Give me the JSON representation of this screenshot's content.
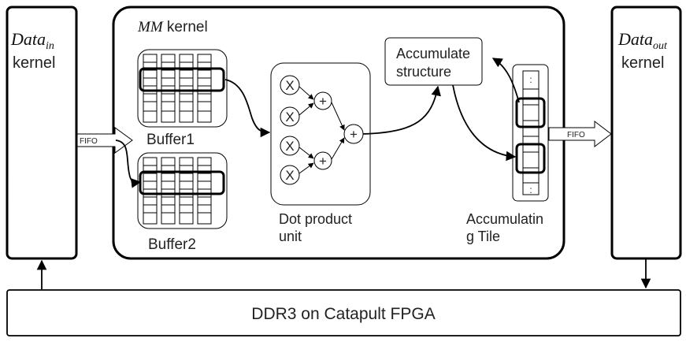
{
  "data_in": {
    "name": "Data",
    "subscript": "in",
    "suffix": "kernel"
  },
  "data_out": {
    "name": "Data",
    "subscript": "out",
    "suffix": "kernel"
  },
  "mm_kernel": {
    "name": "MM",
    "suffix": " kernel"
  },
  "buffer1": {
    "label": "Buffer1"
  },
  "buffer2": {
    "label": "Buffer2"
  },
  "dot_product": {
    "line1": "Dot product",
    "line2": "unit"
  },
  "accumulate": {
    "line1": "Accumulate",
    "line2": "structure"
  },
  "acc_tile": {
    "line1": "Accumulatin",
    "line2": "g Tile"
  },
  "fifo_in": "FIFO",
  "fifo_out": "FIFO",
  "ddr": "DDR3 on Catapult FPGA",
  "operators": {
    "multiply": "X",
    "add": "+"
  },
  "dots": ":"
}
